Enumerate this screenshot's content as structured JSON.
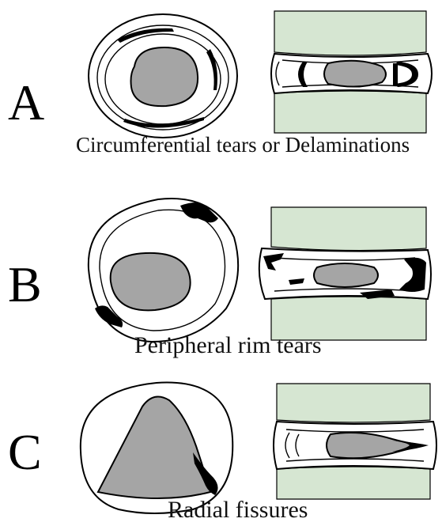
{
  "colors": {
    "vertebra": "#d6e6d2",
    "nucleus": "#a5a5a5",
    "tear": "#000000",
    "background": "#ffffff"
  },
  "rows": [
    {
      "letter": "A",
      "caption": "Circumferential tears or Delaminations"
    },
    {
      "letter": "B",
      "caption": "Peripheral rim tears"
    },
    {
      "letter": "C",
      "caption": "Radial fissures"
    }
  ]
}
